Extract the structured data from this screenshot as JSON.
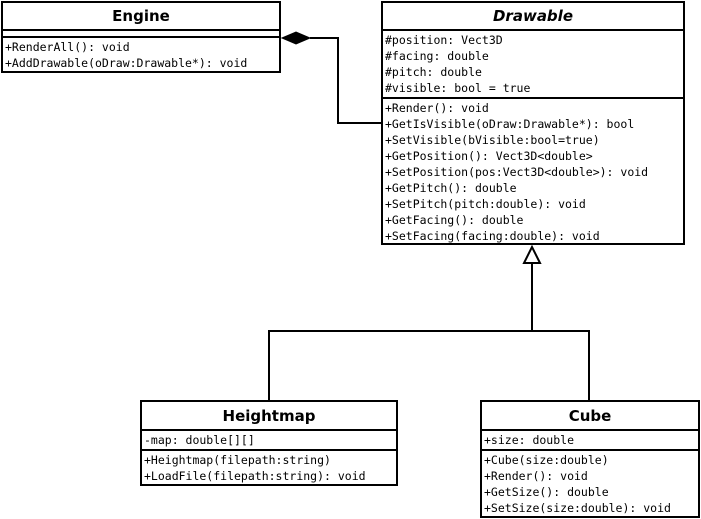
{
  "diagram": {
    "classes": {
      "engine": {
        "name": "Engine",
        "attributes": [],
        "operations": [
          "+RenderAll(): void",
          "+AddDrawable(oDraw:Drawable*): void"
        ]
      },
      "drawable": {
        "name": "Drawable",
        "attributes": [
          "#position: Vect3D",
          "#facing: double",
          "#pitch: double",
          "#visible: bool = true"
        ],
        "operations": [
          "+Render(): void",
          "+GetIsVisible(oDraw:Drawable*): bool",
          "+SetVisible(bVisible:bool=true)",
          "+GetPosition(): Vect3D<double>",
          "+SetPosition(pos:Vect3D<double>): void",
          "+GetPitch(): double",
          "+SetPitch(pitch:double): void",
          "+GetFacing(): double",
          "+SetFacing(facing:double): void"
        ]
      },
      "heightmap": {
        "name": "Heightmap",
        "attributes": [
          "-map: double[][]"
        ],
        "operations": [
          "+Heightmap(filepath:string)",
          "+LoadFile(filepath:string): void"
        ]
      },
      "cube": {
        "name": "Cube",
        "attributes": [
          "+size: double"
        ],
        "operations": [
          "+Cube(size:double)",
          "+Render(): void",
          "+GetSize(): double",
          "+SetSize(size:double): void"
        ]
      }
    },
    "relationships": [
      {
        "type": "composition",
        "whole": "Engine",
        "part": "Drawable"
      },
      {
        "type": "generalization",
        "parent": "Drawable",
        "children": [
          "Heightmap",
          "Cube"
        ]
      }
    ]
  }
}
